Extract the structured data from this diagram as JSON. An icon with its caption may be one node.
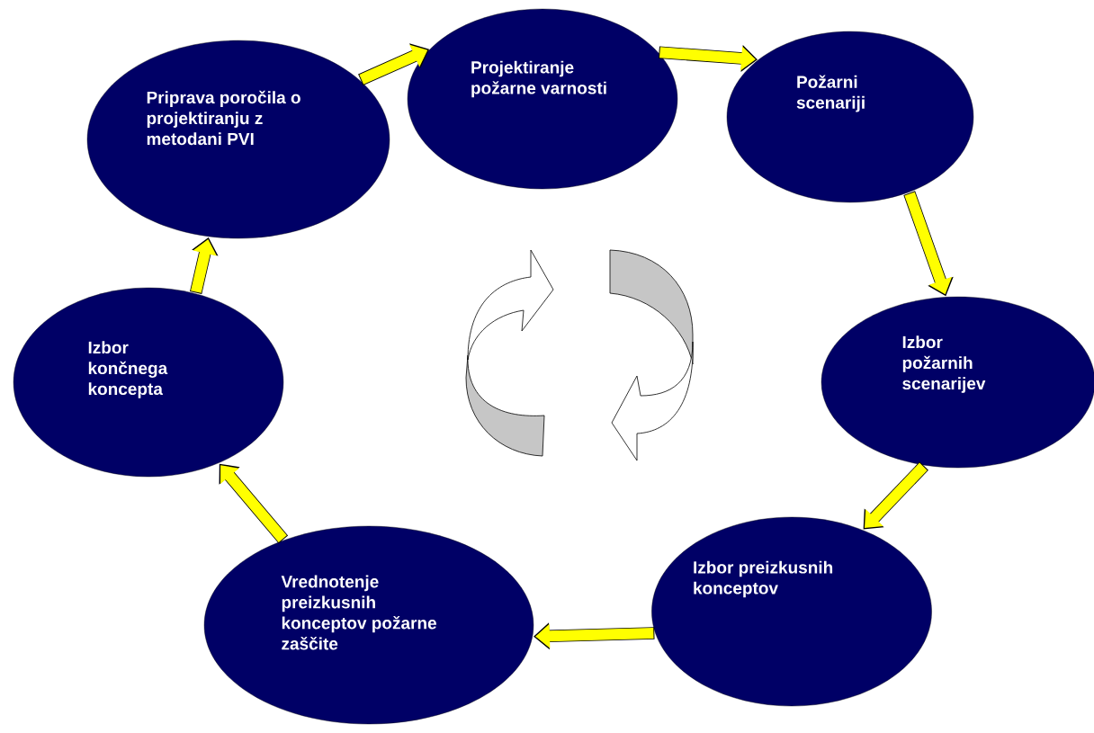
{
  "diagram": {
    "nodes": [
      {
        "text": [
          "Priprava poročila o projektiranju z metodani PVI"
        ]
      },
      {
        "text": [
          "Projektiranje požarne varnosti"
        ]
      },
      {
        "text": [
          "Požarni scenariji"
        ]
      },
      {
        "text": [
          "Izbor požarnih scenarijev"
        ]
      },
      {
        "text": [
          "Izbor preizkusnih konceptov"
        ]
      },
      {
        "text": [
          "Vrednotenje preizkusnih konceptov požarne zaščite"
        ]
      },
      {
        "text": [
          "Izbor končnega koncepta"
        ]
      }
    ],
    "edges": [
      {
        "from": 0,
        "to": 1,
        "arrow": "to"
      },
      {
        "from": 1,
        "to": 2,
        "arrow": "to"
      },
      {
        "from": 2,
        "to": 3,
        "arrow": "to"
      },
      {
        "from": 3,
        "to": 4,
        "arrow": "to"
      },
      {
        "from": 4,
        "to": 5,
        "arrow": "to"
      },
      {
        "from": 5,
        "to": 6,
        "arrow": "to"
      },
      {
        "from": 6,
        "to": 0,
        "arrow": "to"
      }
    ]
  }
}
